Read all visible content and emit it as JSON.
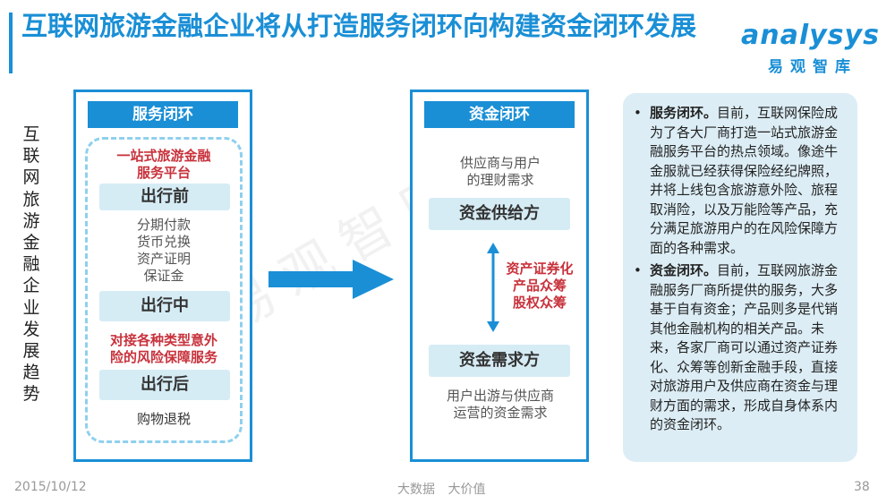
{
  "title": "互联网旅游金融企业将从打造服务闭环向构建资金闭环发展",
  "logo": {
    "word": "analysys",
    "cn": "易观智库"
  },
  "watermark": "易观智库",
  "side_label": "互联网旅游金融企业发展趋势",
  "left_panel": {
    "header": "服务闭环",
    "platform_line1": "一站式旅游金融",
    "platform_line2": "服务平台",
    "stage1": "出行前",
    "pre_items": [
      "分期付款",
      "货币兑换",
      "资产证明",
      "保证金"
    ],
    "stage2": "出行中",
    "insurance_line1": "对接各种类型意外",
    "insurance_line2": "险的风险保障服务",
    "stage3": "出行后",
    "post_item": "购物退税"
  },
  "mid_panel": {
    "header": "资金闭环",
    "supply_desc_line1": "供应商与用户",
    "supply_desc_line2": "的理财需求",
    "supply_box": "资金供给方",
    "means_line1": "资产证券化",
    "means_line2": "产品众筹",
    "means_line3": "股权众筹",
    "demand_box": "资金需求方",
    "demand_desc_line1": "用户出游与供应商",
    "demand_desc_line2": "运营的资金需求"
  },
  "text_box": {
    "b1_bold": "服务闭环。",
    "b1_text": "目前，互联网保险成为了各大厂商打造一站式旅游金融服务平台的热点领域。像途牛金服就已经获得保险经纪牌照，并将上线包含旅游意外险、旅程取消险，以及万能险等产品，充分满足旅游用户的在风险保障方面的各种需求。",
    "b2_bold": "资金闭环。",
    "b2_text": "目前，互联网旅游金融服务厂商所提供的服务，大多基于自有资金；产品则多是代销其他金融机构的相关产品。未来，各家厂商可以通过资产证券化、众筹等创新金融手段，直接对旅游用户及供应商在资金与理财方面的需求，形成自身体系内的资金闭环。"
  },
  "footer": {
    "date": "2015/10/12",
    "mid": "大数据 大价值",
    "page": "38"
  },
  "colors": {
    "accent": "#1a8fd6",
    "red": "#c8323c",
    "stage_bg": "#d6ecf5"
  }
}
